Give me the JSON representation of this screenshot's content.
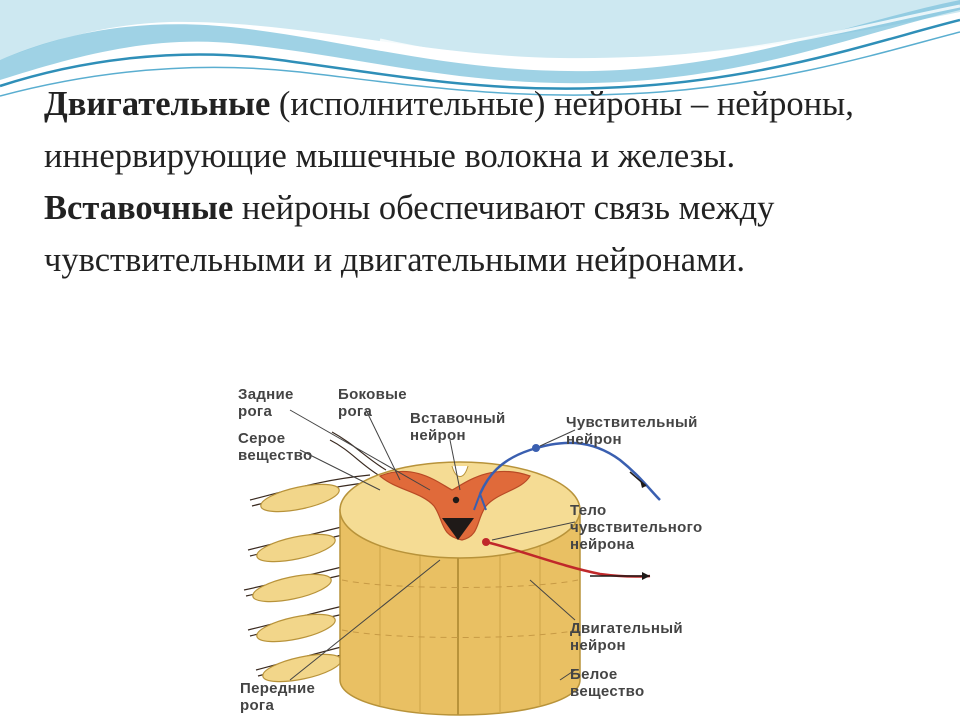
{
  "slide": {
    "paragraph1": {
      "bold": "Двигательные",
      "rest": " (исполнительные) нейроны – нейроны, иннервирующие мышечные волокна и железы."
    },
    "paragraph2": {
      "bold": "Вставочные",
      "rest": " нейроны обеспечивают связь между чувствительными и двигательными нейронами."
    }
  },
  "diagram": {
    "labels": {
      "dorsal_horns": "Задние\nрога",
      "lateral_horns": "Боковые\nрога",
      "gray_matter": "Серое\nвещество",
      "interneuron": "Вставочный\nнейрон",
      "sensory_neuron": "Чувствительный\nнейрон",
      "sensory_body": "Тело\nчувствительного\nнейрона",
      "motor_neuron": "Двигательный\nнейрон",
      "white_matter": "Белое\nвещество",
      "ventral_horns": "Передние\nрога"
    }
  },
  "colors": {
    "wave_light": "#cde8f1",
    "wave_mid": "#7fc3dc",
    "wave_dark": "#2f8fb8",
    "spinal_cord": "#f2d68a",
    "gray_matter": "#e06a3a",
    "sensory_fiber": "#3a5fb0",
    "motor_fiber": "#c0282a"
  }
}
